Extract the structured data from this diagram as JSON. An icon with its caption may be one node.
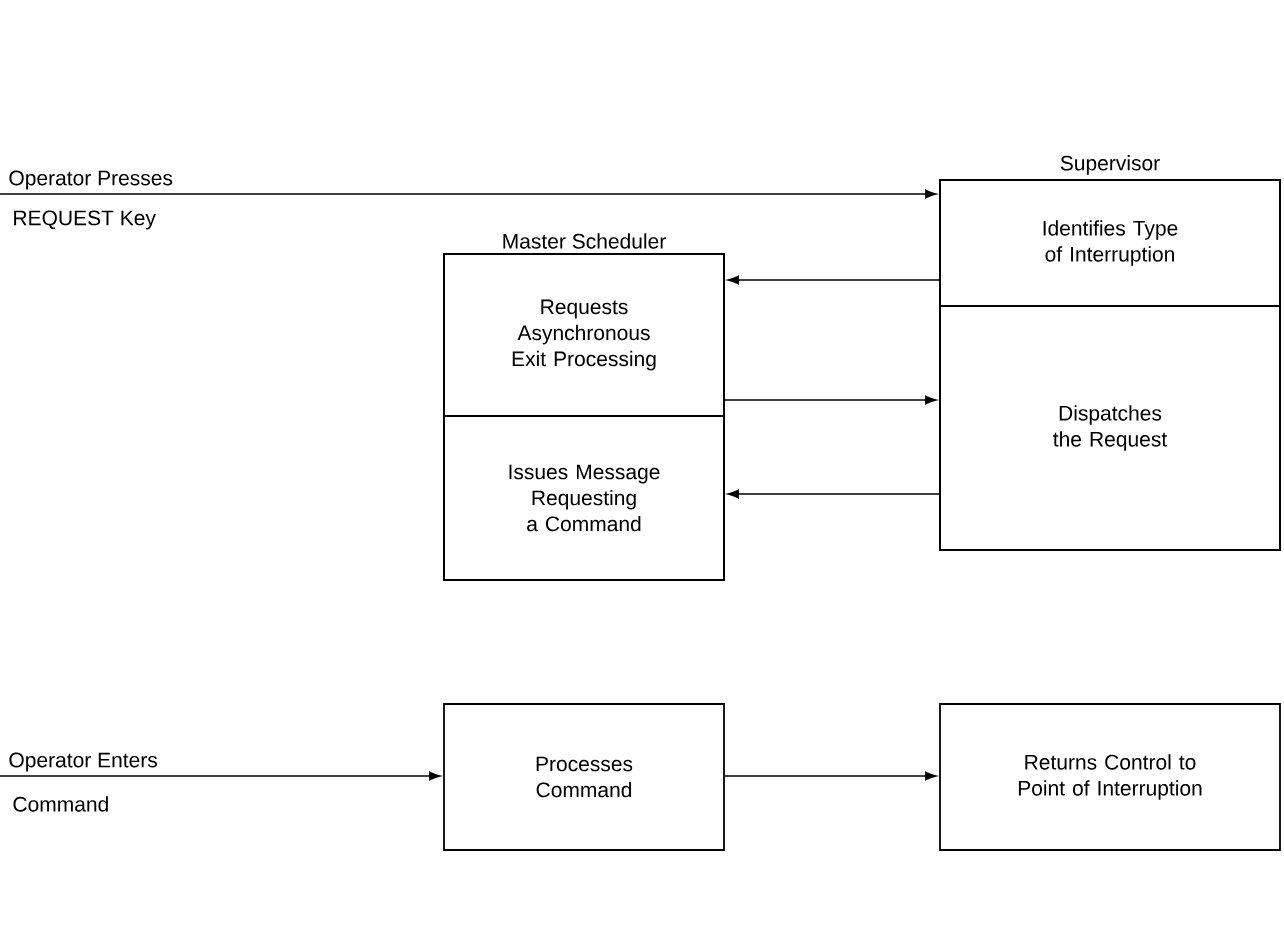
{
  "diagram": {
    "nodes": [
      {
        "text": [
          "Supervisor"
        ]
      },
      {
        "text": [
          "Identifies Type of Interruption"
        ],
        "in": 0
      },
      {
        "text": [
          "Dispatches the Request"
        ],
        "in": 0
      },
      {
        "text": [
          "Master Scheduler"
        ]
      },
      {
        "text": [
          "Requests Asynchronous Exit Processing"
        ],
        "in": 3
      },
      {
        "text": [
          "Issues Message Requesting a Command"
        ],
        "in": 3
      },
      {
        "text": [
          "Processes Command"
        ]
      },
      {
        "text": [
          "Returns Control to Point of Interruption"
        ]
      }
    ],
    "edges": [
      {
        "from": null,
        "to": 1,
        "arrow": "to",
        "label": "Operator Presses"
      },
      {
        "from": 1,
        "to": 4,
        "arrow": "to"
      },
      {
        "from": 4,
        "to": 2,
        "arrow": "to"
      },
      {
        "from": 2,
        "to": 5,
        "arrow": "to"
      },
      {
        "from": null,
        "to": 6,
        "arrow": "to",
        "label": "Operator Enters"
      },
      {
        "from": 6,
        "to": 7,
        "arrow": "to"
      }
    ],
    "labels": [
      "REQUEST Key",
      "Command"
    ]
  }
}
